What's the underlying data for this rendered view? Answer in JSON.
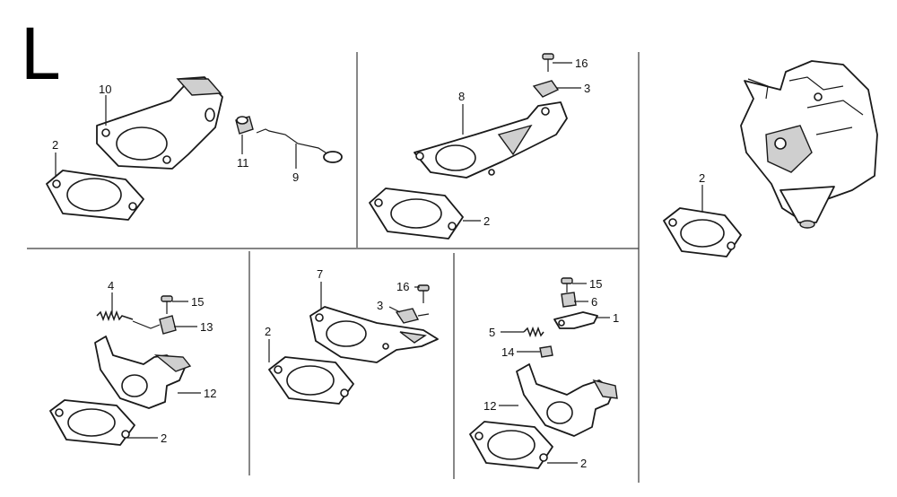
{
  "diagram": {
    "section_letter": "L",
    "callouts": {
      "c10": "10",
      "c2a": "2",
      "c11": "11",
      "c9": "9",
      "c16a": "16",
      "c3a": "3",
      "c8": "8",
      "c2b": "2",
      "c2c": "2",
      "c4": "4",
      "c15a": "15",
      "c13": "13",
      "c12a": "12",
      "c2d": "2",
      "c7": "7",
      "c16b": "16",
      "c3b": "3",
      "c2e": "2",
      "c15b": "15",
      "c6": "6",
      "c1": "1",
      "c5": "5",
      "c14": "14",
      "c12b": "12",
      "c2f": "2"
    }
  }
}
